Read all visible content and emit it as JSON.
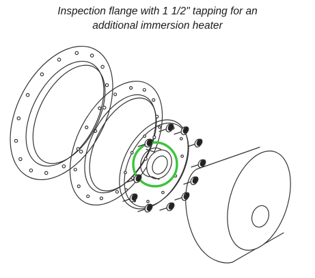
{
  "caption": {
    "line1": "Inspection flange with 1 1/2\" tapping for an",
    "line2": "additional immersion heater"
  },
  "colors": {
    "line": "#333333",
    "highlight": "#3cc43c",
    "background": "#ffffff"
  },
  "parts": [
    "outer-flange-ring",
    "gasket-ring",
    "inspection-flange-plate",
    "tapping-boss",
    "bolts",
    "heater-cylinder"
  ]
}
